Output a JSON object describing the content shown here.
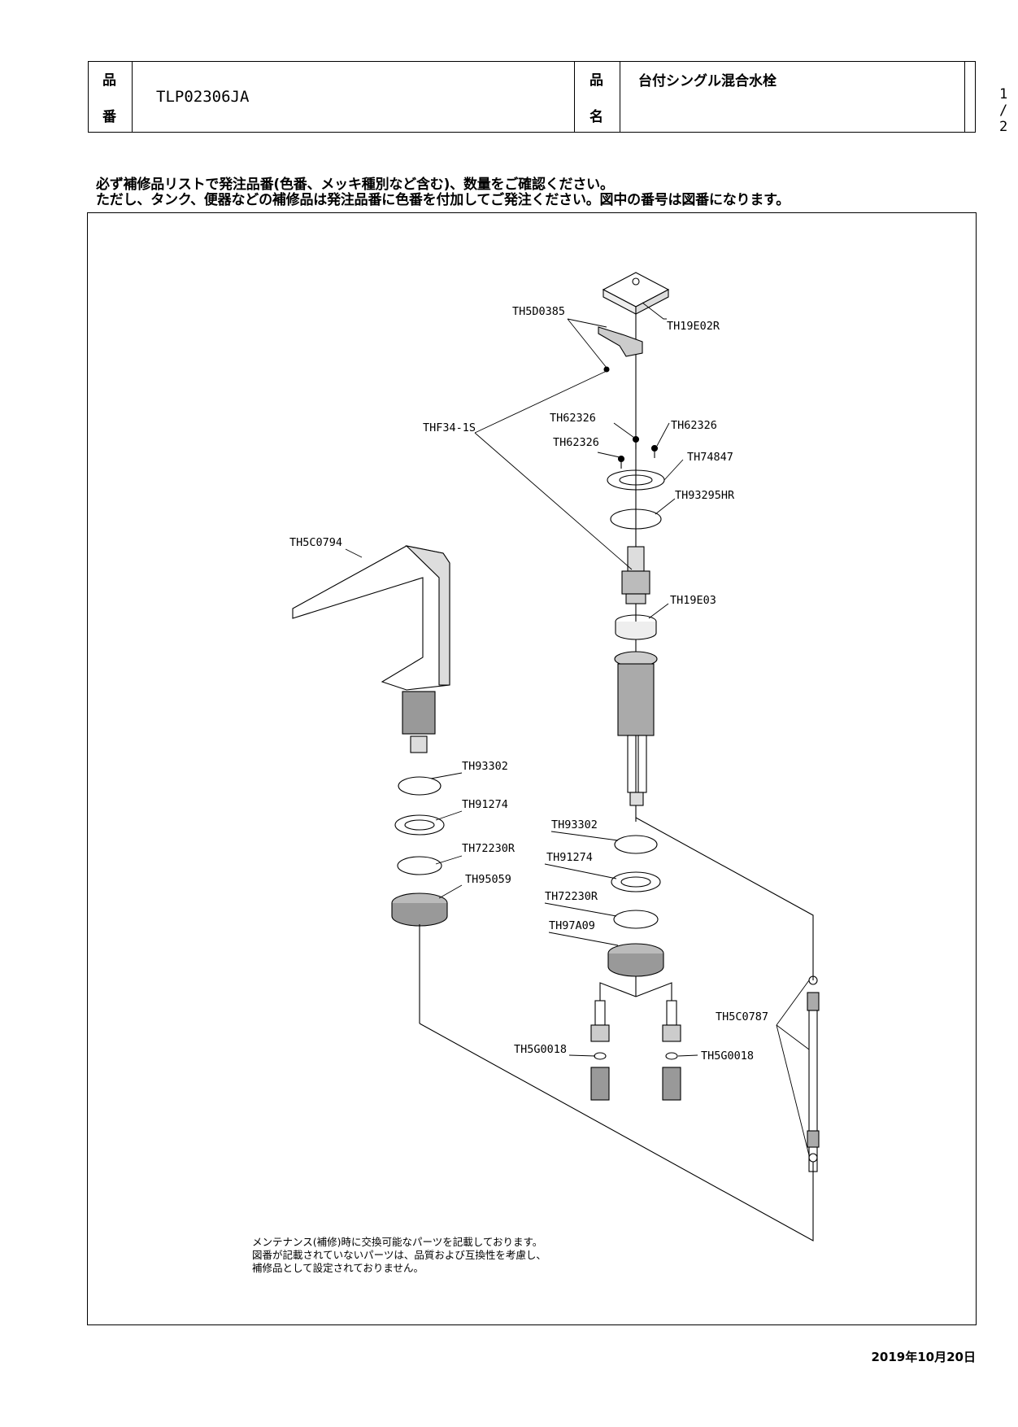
{
  "header": {
    "part_number_label_1": "品",
    "part_number_label_2": "番",
    "part_number": "TLP02306JA",
    "part_name_label_1": "品",
    "part_name_label_2": "名",
    "part_name": "台付シングル混合水栓",
    "page": "1 / 2"
  },
  "notes": [
    "必ず補修品リストで発注品番(色番、メッキ種別など含む)、数量をご確認ください。",
    "ただし、タンク、便器などの補修品は発注品番に色番を付加してご発注ください。図中の番号は図番になります。"
  ],
  "parts": {
    "TH19E02R": "TH19E02R",
    "TH5D0385": "TH5D0385",
    "THF34_1S": "THF34-1S",
    "TH62326_a": "TH62326",
    "TH62326_b": "TH62326",
    "TH62326_c": "TH62326",
    "TH74847": "TH74847",
    "TH93295HR": "TH93295HR",
    "TH5C0794": "TH5C0794",
    "TH19E03": "TH19E03",
    "TH93302_a": "TH93302",
    "TH91274_a": "TH91274",
    "TH72230R_a": "TH72230R",
    "TH95059": "TH95059",
    "TH93302_b": "TH93302",
    "TH91274_b": "TH91274",
    "TH72230R_b": "TH72230R",
    "TH97A09": "TH97A09",
    "TH5C0787": "TH5C0787",
    "TH5G0018_a": "TH5G0018",
    "TH5G0018_b": "TH5G0018"
  },
  "footnote": [
    "メンテナンス(補修)時に交換可能なパーツを記載しております。",
    "図番が記載されていないパーツは、品質および互換性を考慮し、",
    "補修品として設定されておりません。"
  ],
  "print_date": "2019年10月20日"
}
